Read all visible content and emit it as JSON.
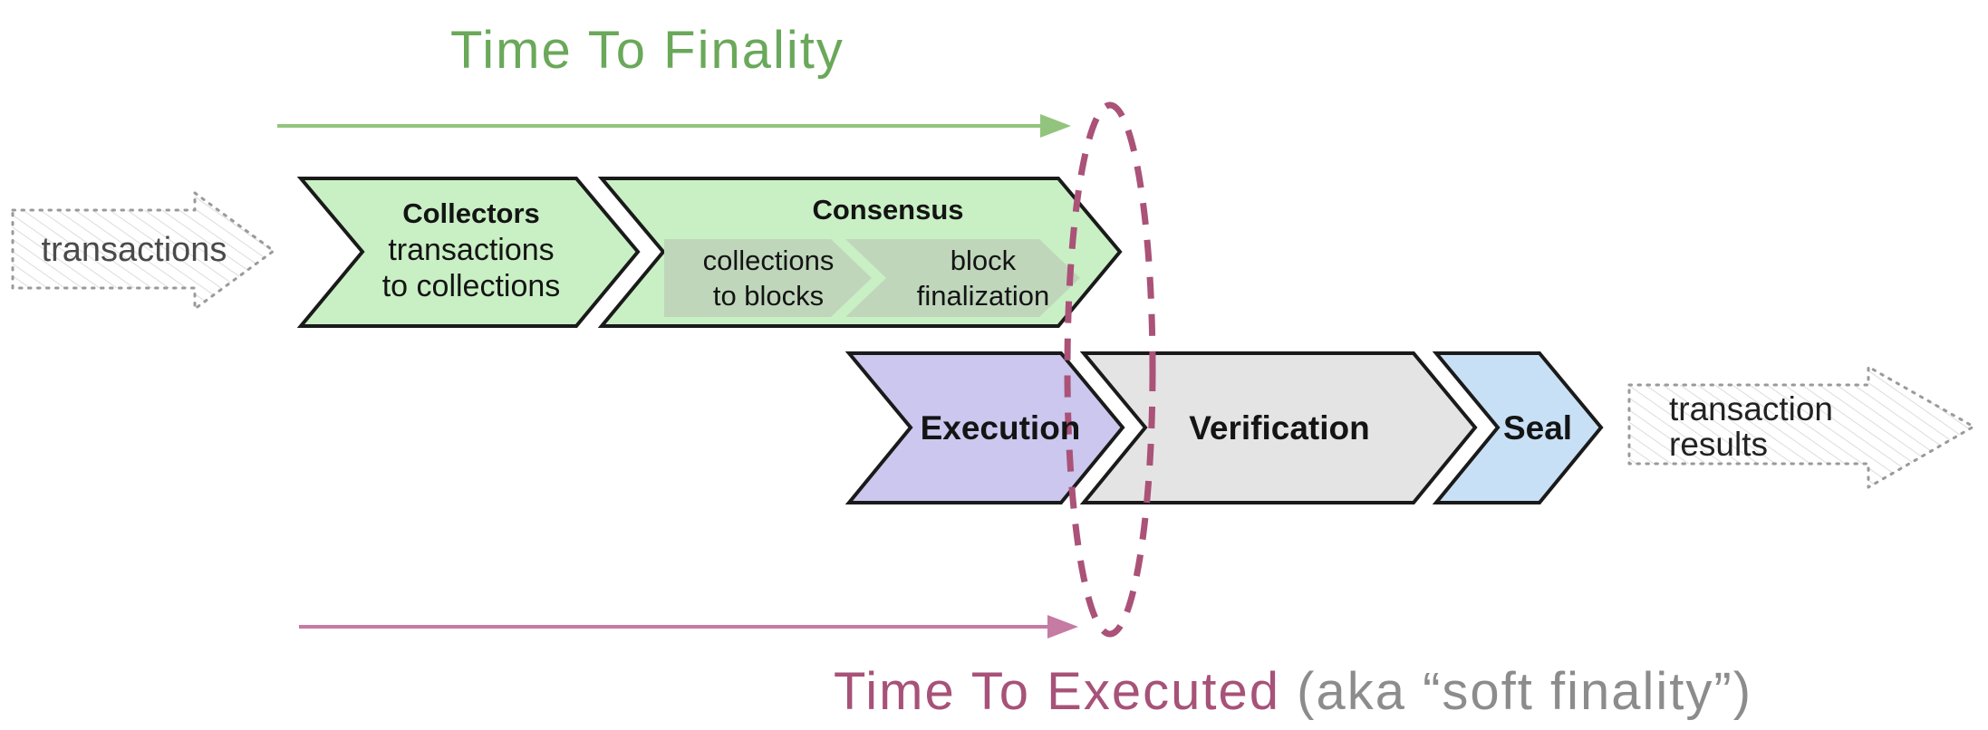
{
  "titles": {
    "top": "Time To Finality",
    "bottom_primary": "Time To Executed",
    "bottom_secondary": "(aka “soft finality”)"
  },
  "io": {
    "incoming_label": "transactions",
    "outgoing_line1": "transaction",
    "outgoing_line2": "results"
  },
  "pipeline": {
    "collectors": {
      "title": "Collectors",
      "subtitle_line1": "transactions",
      "subtitle_line2": "to collections"
    },
    "consensus": {
      "title": "Consensus",
      "stages": [
        {
          "line1": "collections",
          "line2": "to blocks"
        },
        {
          "line1": "block",
          "line2": "finalization"
        }
      ]
    },
    "execution": {
      "title": "Execution"
    },
    "verification": {
      "title": "Verification"
    },
    "seal": {
      "title": "Seal"
    }
  },
  "colors": {
    "title_green": "#6aa85a",
    "arrow_green": "#93c47d",
    "chevron_green": "#c9f0c4",
    "sub_chevron_green": "#bfd6bb",
    "execution_purple": "#cbc7ee",
    "verification_gray": "#e4e4e4",
    "seal_blue": "#c8e0f6",
    "ellipse_maroon": "#aa5278",
    "arrow_pink": "#c57ba3",
    "outline_black": "#1a1a1a",
    "sketch_gray": "#9a9a9a"
  }
}
